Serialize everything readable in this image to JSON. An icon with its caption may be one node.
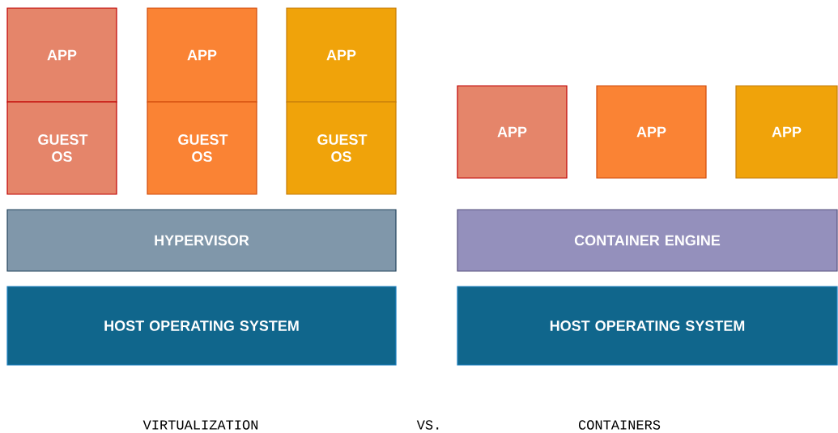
{
  "diagram": {
    "nodes": [
      {
        "text": [
          "APP"
        ]
      },
      {
        "text": [
          "GUEST OS"
        ]
      },
      {
        "text": [
          "APP"
        ]
      },
      {
        "text": [
          "GUEST OS"
        ]
      },
      {
        "text": [
          "APP"
        ]
      },
      {
        "text": [
          "GUEST OS"
        ]
      },
      {
        "text": [
          "HYPERVISOR"
        ]
      },
      {
        "text": [
          "HOST OPERATING SYSTEM"
        ]
      },
      {
        "text": [
          "APP"
        ]
      },
      {
        "text": [
          "APP"
        ]
      },
      {
        "text": [
          "APP"
        ]
      },
      {
        "text": [
          "CONTAINER ENGINE"
        ]
      },
      {
        "text": [
          "HOST OPERATING SYSTEM"
        ]
      }
    ],
    "edges": [],
    "labels": [
      "VIRTUALIZATION",
      "VS.",
      "CONTAINERS"
    ]
  }
}
